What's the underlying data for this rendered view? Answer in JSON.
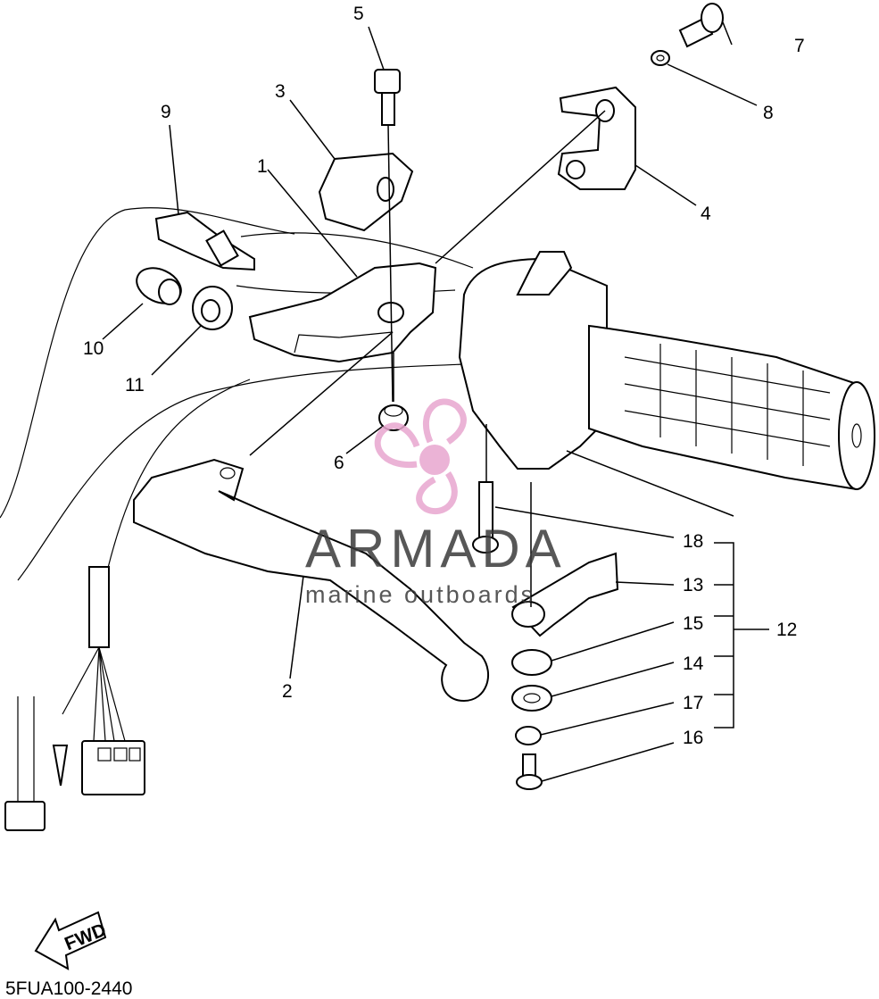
{
  "diagram": {
    "code": "5FUA100-2440",
    "fwd_label": "FWD",
    "callouts": [
      "1",
      "2",
      "3",
      "4",
      "5",
      "6",
      "7",
      "8",
      "9",
      "10",
      "11",
      "12",
      "13",
      "14",
      "15",
      "16",
      "17",
      "18"
    ]
  },
  "watermark": {
    "brand": "ARMADA",
    "tagline": "marine outboards",
    "accent_color": "#e8a6cf"
  }
}
